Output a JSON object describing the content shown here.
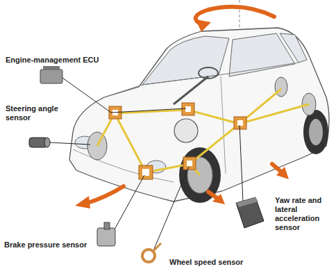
{
  "diagram": {
    "labels": [
      "Engine-management ECU",
      "Steering angle sensor",
      "Brake pressure sensor",
      "Wheel speed sensor",
      "Yaw rate and lateral acceleration sensor"
    ]
  }
}
